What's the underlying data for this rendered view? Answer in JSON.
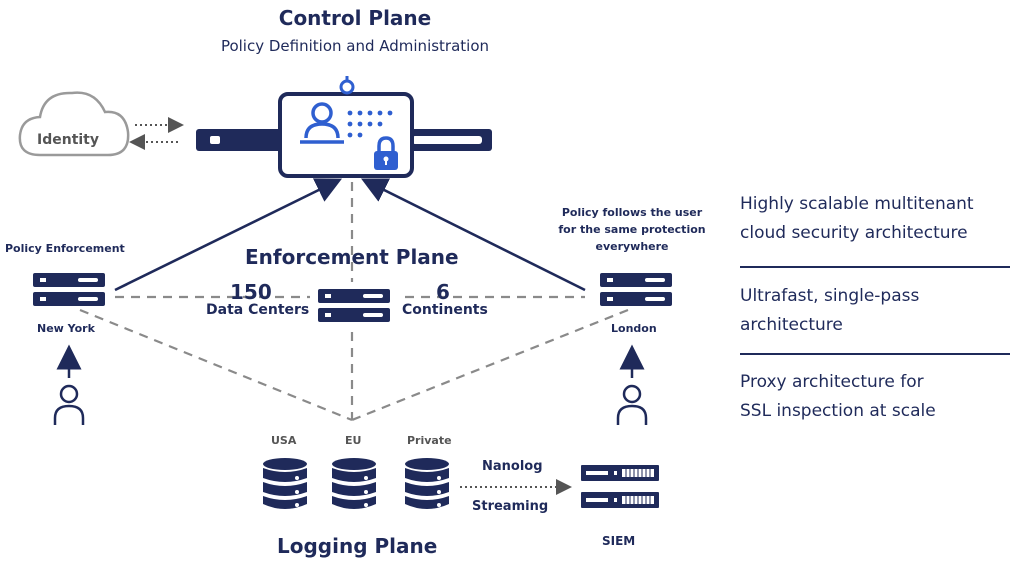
{
  "control_plane": {
    "title": "Control Plane",
    "subtitle": "Policy Definition and Administration"
  },
  "identity": {
    "label": "Identity"
  },
  "enforcement_plane": {
    "title": "Enforcement Plane",
    "data_centers_count": "150",
    "data_centers_label": "Data Centers",
    "continents_count": "6",
    "continents_label": "Continents"
  },
  "new_york": {
    "caption": "Policy Enforcement",
    "label": "New York"
  },
  "london": {
    "caption_lines": [
      "Policy follows the user",
      "for the same protection",
      "everywhere"
    ],
    "label": "London"
  },
  "logging": {
    "title": "Logging Plane",
    "stores": [
      "USA",
      "EU",
      "Private"
    ],
    "stream_top": "Nanolog",
    "stream_bottom": "Streaming",
    "siem": "SIEM"
  },
  "features": [
    [
      "Highly scalable multitenant",
      "cloud security architecture"
    ],
    [
      "Ultrafast, single-pass",
      "architecture"
    ],
    [
      "Proxy architecture for",
      "SSL inspection at scale"
    ]
  ],
  "colors": {
    "navy": "#1f2a5a",
    "accent_blue": "#2f5fd0",
    "dash_gray": "#8a8a8a",
    "cloud_gray": "#9a9a9a"
  }
}
